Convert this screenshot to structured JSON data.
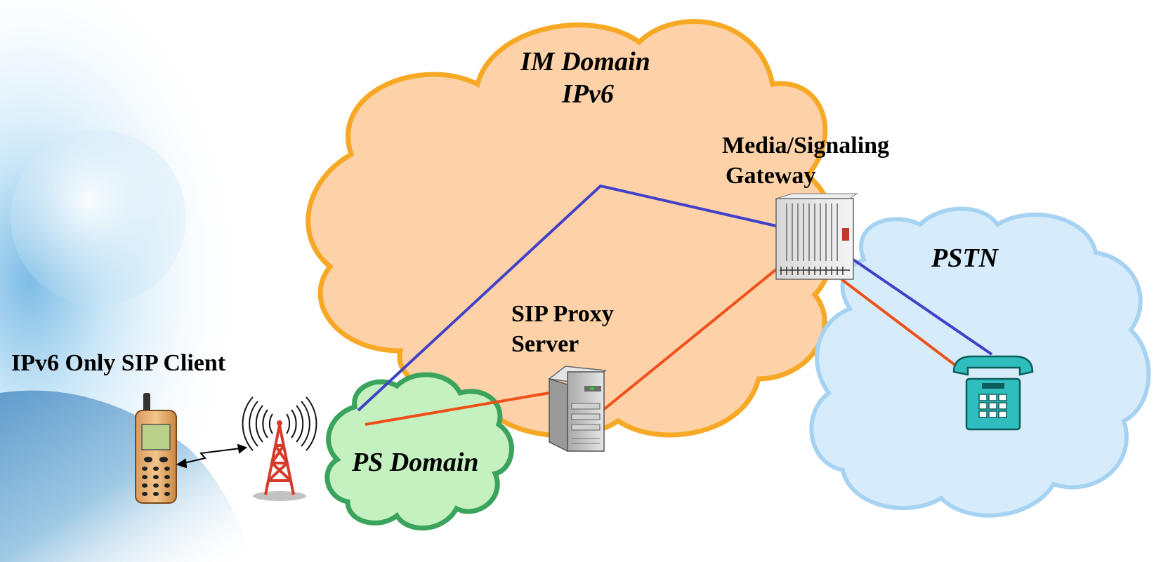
{
  "labels": {
    "im_domain_line1": "IM Domain",
    "im_domain_line2": "IPv6",
    "gateway_line1": "Media/Signaling",
    "gateway_line2": "Gateway",
    "pstn": "PSTN",
    "sip_proxy_line1": "SIP Proxy",
    "sip_proxy_line2": "Server",
    "client": "IPv6 Only SIP Client",
    "ps_domain": "PS Domain"
  },
  "colors": {
    "im_cloud_fill": "#fdd2a8",
    "im_cloud_stroke": "#f7a824",
    "pstn_cloud_fill": "#d6ecfa",
    "pstn_cloud_stroke": "#a7d3f2",
    "ps_cloud_fill": "#c5f0bf",
    "ps_cloud_stroke": "#3aa35c",
    "signal_line": "#4040c8",
    "media_line": "#f05018",
    "phone_teal": "#2fbdbd",
    "tower_red": "#d63a2a"
  },
  "icons": [
    "mobile-phone-icon",
    "radio-tower-icon",
    "server-tower-icon",
    "gateway-rack-icon",
    "desk-telephone-icon"
  ]
}
